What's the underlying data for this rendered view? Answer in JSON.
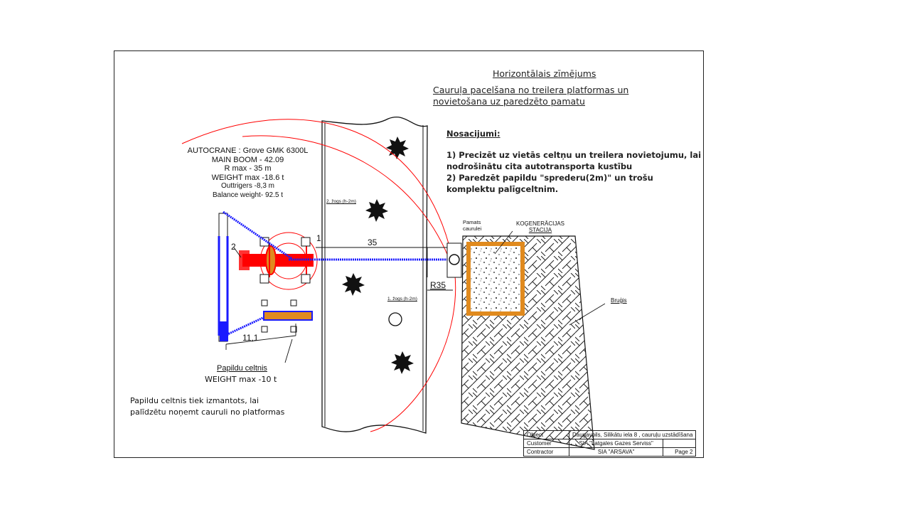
{
  "header": {
    "title": "Horizontālais zīmējums",
    "subtitle_line1": " Cauruļa pacelšana no treilera platformas un",
    "subtitle_line2": "novietošana uz paredzēto pamatu"
  },
  "conditions": {
    "heading": "Nosacijumi:",
    "lines": [
      "1) Precizēt uz vietās celtņu un treilera novietojumu, lai",
      "nodrošinātu cita autotransporta kustību",
      "2) Paredzēt papildu \"sprederu(2m)\" un trošu",
      "komplektu palīgceltnim."
    ]
  },
  "main_crane": {
    "lines": [
      "AUTOCRANE : Grove GMK 6300L",
      "MAIN BOOM - 42.09",
      "R max - 35 m",
      "WEIGHT max -18.6 t",
      "Outtrigers -8,3 m",
      "Balance weight- 92.5 t"
    ]
  },
  "aux_crane": {
    "label": "Papildu celtnis",
    "weight": "WEIGHT max -10 t",
    "note_line1": "Papildu celtnis tiek izmantots, lai",
    "note_line2": "palīdzētu noņemt cauruli no platformas"
  },
  "labels": {
    "marker_1": "1",
    "marker_2": "2",
    "dim_35": "35",
    "dim_r35": "R35",
    "dim_11_1": "11,1",
    "fence_2": "2. žogs (h-2m)",
    "fence_1": "1. žogs (h-2m)",
    "foundation_line1": "Pamats",
    "foundation_line2": "caurulei",
    "station_line1": "KOĢENERĀCIJAS",
    "station_line2": "STACIJA",
    "paving": "Bruģis"
  },
  "stamp": {
    "rows": [
      {
        "label": "Object",
        "value": "Daugavpils, Silikātu iela 8 , cauruļu uzstādīšana",
        "extra": ""
      },
      {
        "label": "Customer",
        "value": "SIA \"Latgales Gazes Serviss\"",
        "extra": ""
      },
      {
        "label": "Contractor",
        "value": "SIA \"ARSAVA\"",
        "extra": "Page 2"
      }
    ]
  },
  "colors": {
    "crane_main": "#ff0000",
    "boom": "#1a1aff",
    "foundation_frame": "#e08a1e",
    "line": "#111111"
  }
}
